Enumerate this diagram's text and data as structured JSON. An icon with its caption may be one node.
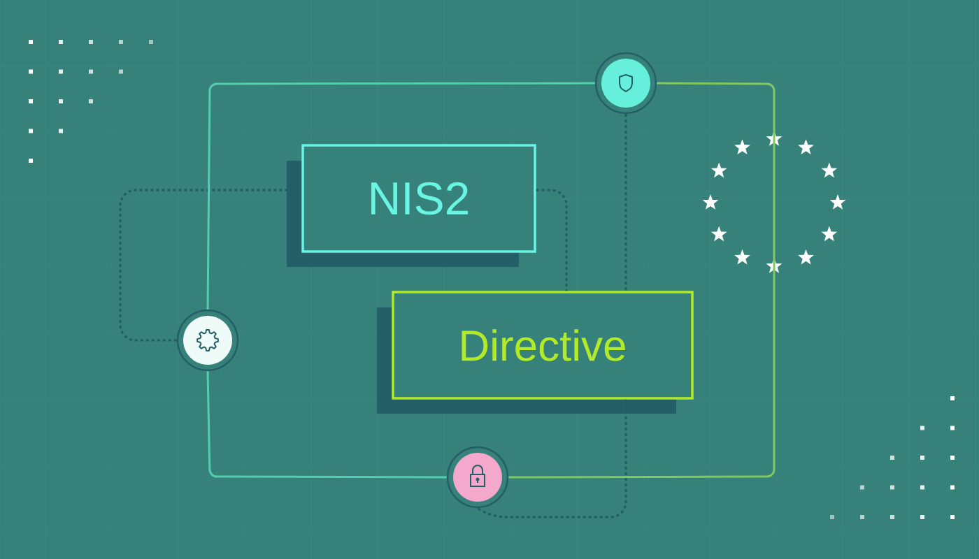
{
  "diagram": {
    "nodes": [
      {
        "text": [
          "NIS2"
        ]
      },
      {
        "text": [
          "Directive"
        ]
      },
      {
        "text": [],
        "shape": "circle"
      },
      {
        "text": [],
        "shape": "circle"
      },
      {
        "text": [],
        "shape": "circle"
      }
    ],
    "edges": [
      {
        "from": 3,
        "to": 0,
        "arrow": "none",
        "style": "dashed"
      },
      {
        "from": 0,
        "to": 1,
        "arrow": "none",
        "style": "dashed"
      },
      {
        "from": 2,
        "to": 1,
        "arrow": "none",
        "style": "dashed"
      },
      {
        "from": 1,
        "to": 4,
        "arrow": "none",
        "style": "dashed"
      },
      {
        "from": 2,
        "to": 3,
        "arrow": "none",
        "color": "#55cdb0"
      },
      {
        "from": 3,
        "to": 4,
        "arrow": "none",
        "color": "#55cdb0"
      },
      {
        "from": 4,
        "to": 2,
        "arrow": "none",
        "color": "#82c860"
      }
    ]
  }
}
